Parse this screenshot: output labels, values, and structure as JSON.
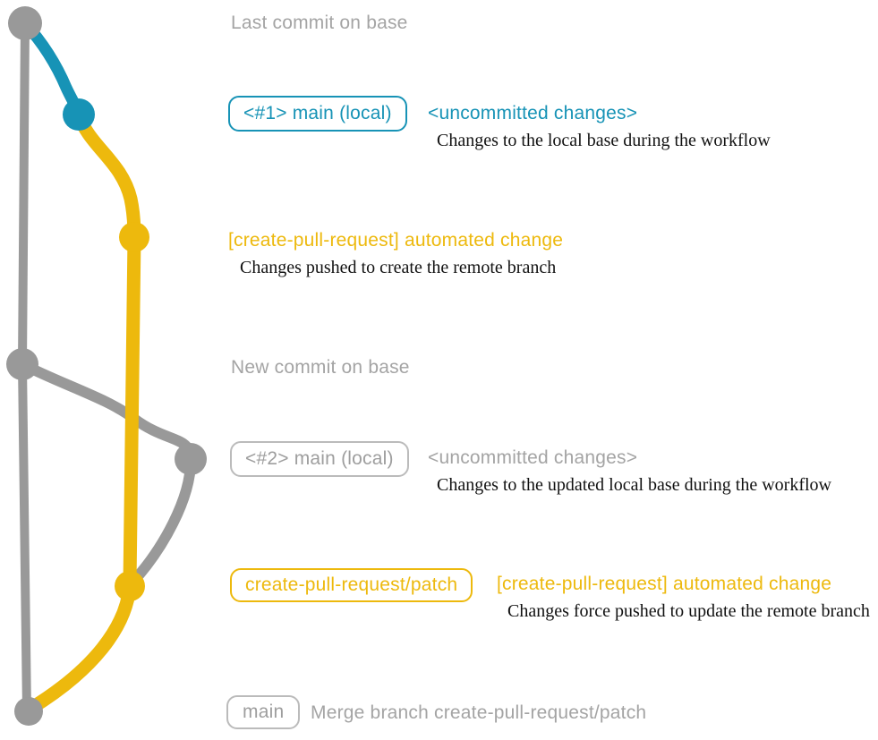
{
  "colors": {
    "blue": "#1793b6",
    "yellow": "#edb90d",
    "gray_line": "#999999",
    "gray_text": "#a4a4a4",
    "gray_badge_border": "#bbbbbb",
    "gray_badge_text": "#9e9e9e",
    "caption_text": "#111111"
  },
  "sections": {
    "last_commit": {
      "label": "Last commit on base"
    },
    "local_commit_1": {
      "branch_label": "<#1> main (local)",
      "title": "<uncommitted changes>",
      "caption": "Changes to the local base during the workflow"
    },
    "push_1": {
      "title": "[create-pull-request] automated change",
      "caption": "Changes pushed to create the remote branch"
    },
    "new_commit": {
      "label": "New commit on base"
    },
    "local_commit_2": {
      "branch_label": "<#2> main (local)",
      "title": "<uncommitted changes>",
      "caption": "Changes to the updated local base during the workflow"
    },
    "push_2": {
      "branch_label": "create-pull-request/patch",
      "title": "[create-pull-request] automated change",
      "caption": "Changes force pushed to update the remote branch"
    },
    "merge": {
      "branch_label": "main",
      "label": "Merge branch create-pull-request/patch"
    }
  }
}
